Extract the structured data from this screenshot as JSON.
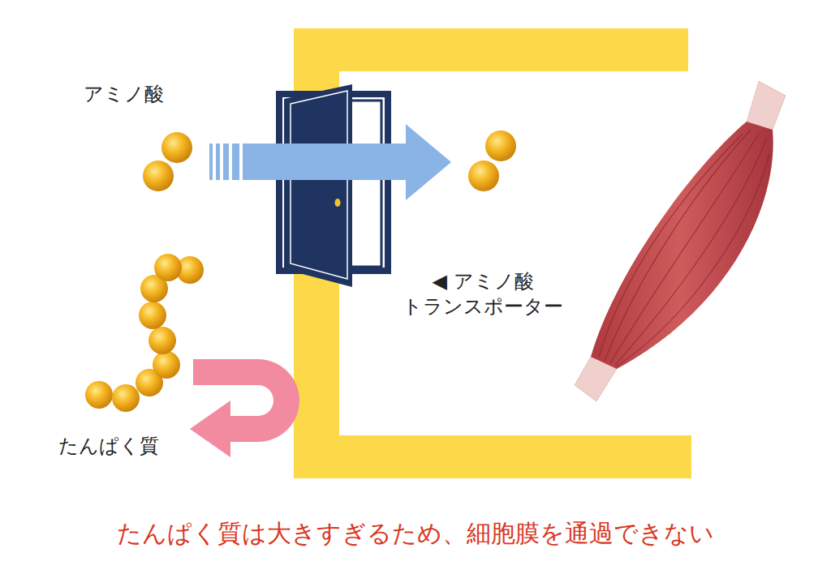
{
  "diagram": {
    "caption": "たんぱく質は大きすぎるため、細胞膜を通過できない",
    "labels": [
      "アミノ酸",
      "◀ アミノ酸 トランスポーター",
      "たんぱく質"
    ]
  }
}
